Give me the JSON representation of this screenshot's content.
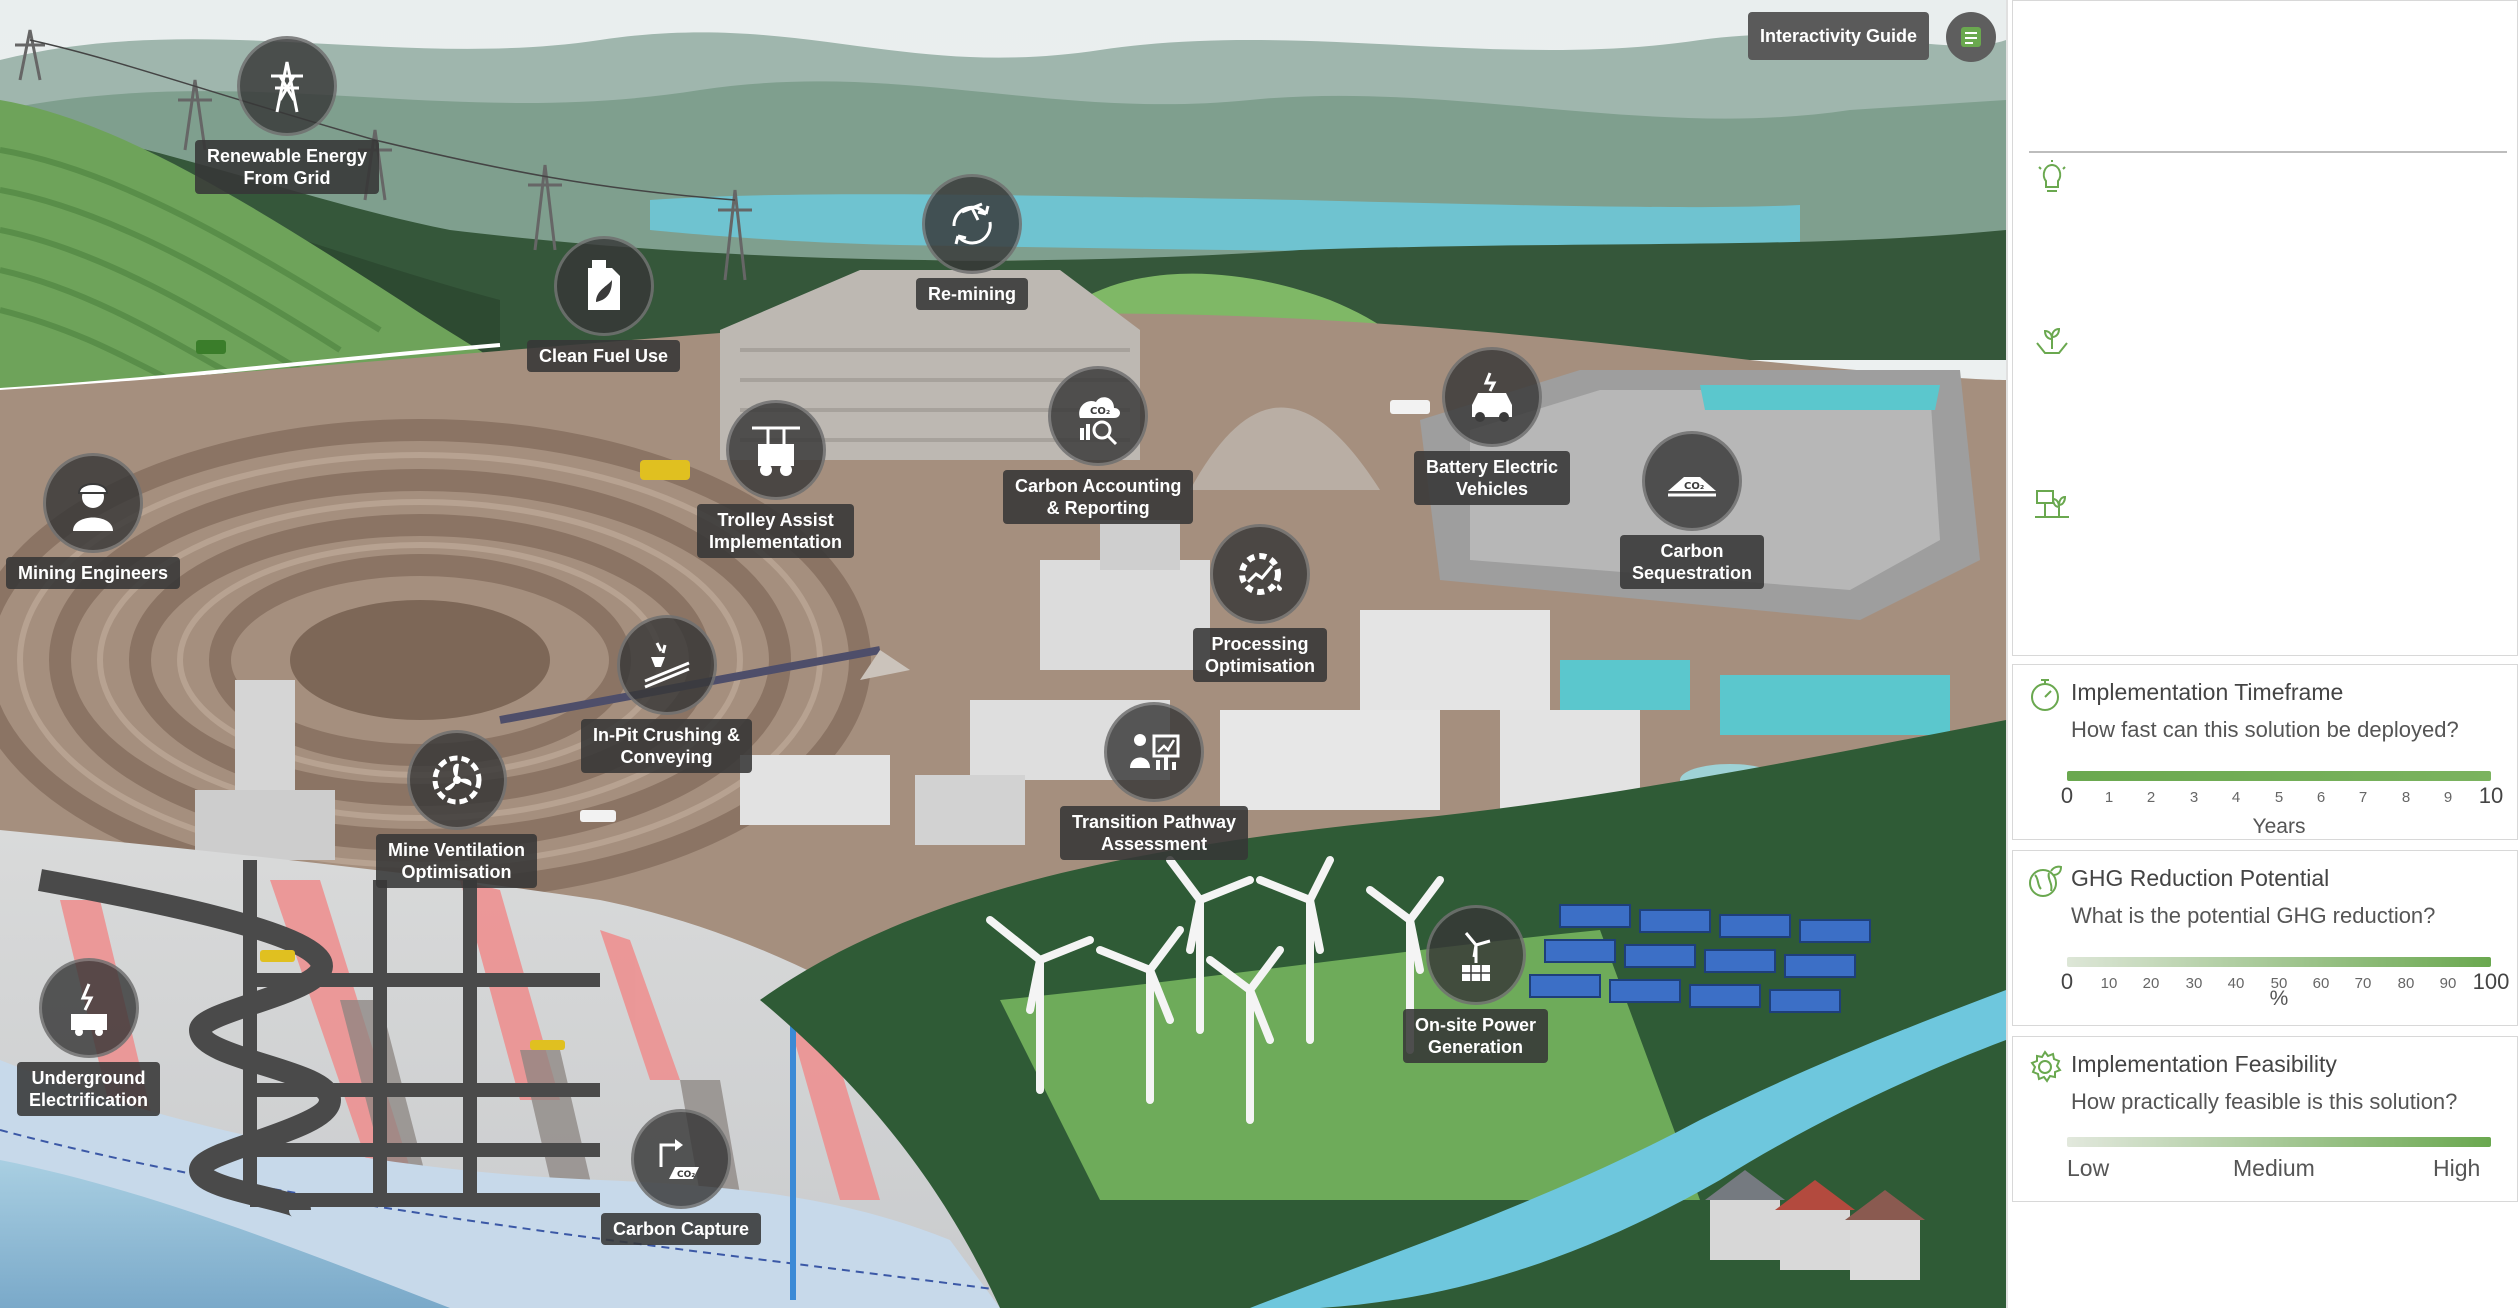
{
  "guide": {
    "label": "Interactivity Guide",
    "icon": "guide-icon"
  },
  "hotspots": [
    {
      "id": "renewable-grid",
      "label1": "Renewable Energy",
      "label2": "From Grid",
      "icon": "pylon-icon"
    },
    {
      "id": "clean-fuel",
      "label1": "Clean Fuel Use",
      "label2": "",
      "icon": "fuel-can-icon"
    },
    {
      "id": "re-mining",
      "label1": "Re-mining",
      "label2": "",
      "icon": "recycle-pick-icon"
    },
    {
      "id": "carbon-accounting",
      "label1": "Carbon Accounting",
      "label2": "& Reporting",
      "icon": "co2-magnifier-icon"
    },
    {
      "id": "battery-ev",
      "label1": "Battery Electric",
      "label2": "Vehicles",
      "icon": "electric-car-icon"
    },
    {
      "id": "carbon-sequestration",
      "label1": "Carbon",
      "label2": "Sequestration",
      "icon": "co2-ground-icon"
    },
    {
      "id": "mining-engineers",
      "label1": "Mining Engineers",
      "label2": "",
      "icon": "engineer-icon"
    },
    {
      "id": "trolley-assist",
      "label1": "Trolley Assist",
      "label2": "Implementation",
      "icon": "trolley-truck-icon"
    },
    {
      "id": "processing-opt",
      "label1": "Processing",
      "label2": "Optimisation",
      "icon": "gear-chart-icon"
    },
    {
      "id": "in-pit-crushing",
      "label1": "In-Pit Crushing &",
      "label2": "Conveying",
      "icon": "conveyor-icon"
    },
    {
      "id": "mine-ventilation",
      "label1": "Mine Ventilation",
      "label2": "Optimisation",
      "icon": "fan-icon"
    },
    {
      "id": "transition-pathway",
      "label1": "Transition Pathway",
      "label2": "Assessment",
      "icon": "presenter-chart-icon"
    },
    {
      "id": "onsite-power",
      "label1": "On-site Power",
      "label2": "Generation",
      "icon": "wind-solar-icon"
    },
    {
      "id": "underground-elec",
      "label1": "Underground",
      "label2": "Electrification",
      "icon": "underground-plug-icon"
    },
    {
      "id": "carbon-capture",
      "label1": "Carbon Capture",
      "label2": "",
      "icon": "co2-capture-icon"
    }
  ],
  "panel": {
    "info_icons": [
      "lightbulb-icon",
      "hands-plant-icon",
      "sign-plant-icon"
    ],
    "timeframe": {
      "title": "Implementation Timeframe",
      "question": "How fast can this solution be deployed?",
      "ticks": [
        "0",
        "1",
        "2",
        "3",
        "4",
        "5",
        "6",
        "7",
        "8",
        "9",
        "10"
      ],
      "unit": "Years",
      "icon": "stopwatch-icon"
    },
    "ghg": {
      "title": "GHG Reduction Potential",
      "question": "What is the potential GHG reduction?",
      "ticks": [
        "0",
        "10",
        "20",
        "30",
        "40",
        "50",
        "60",
        "70",
        "80",
        "90",
        "100"
      ],
      "unit": "%",
      "icon": "globe-leaf-icon"
    },
    "feasibility": {
      "title": "Implementation Feasibility",
      "question": "How practically feasible is this solution?",
      "low": "Low",
      "medium": "Medium",
      "high": "High",
      "icon": "gear-outline-icon"
    }
  },
  "colors": {
    "accent_green": "#6aa84f",
    "label_bg": "#3a3a3a",
    "water": "#6fc3d0"
  }
}
